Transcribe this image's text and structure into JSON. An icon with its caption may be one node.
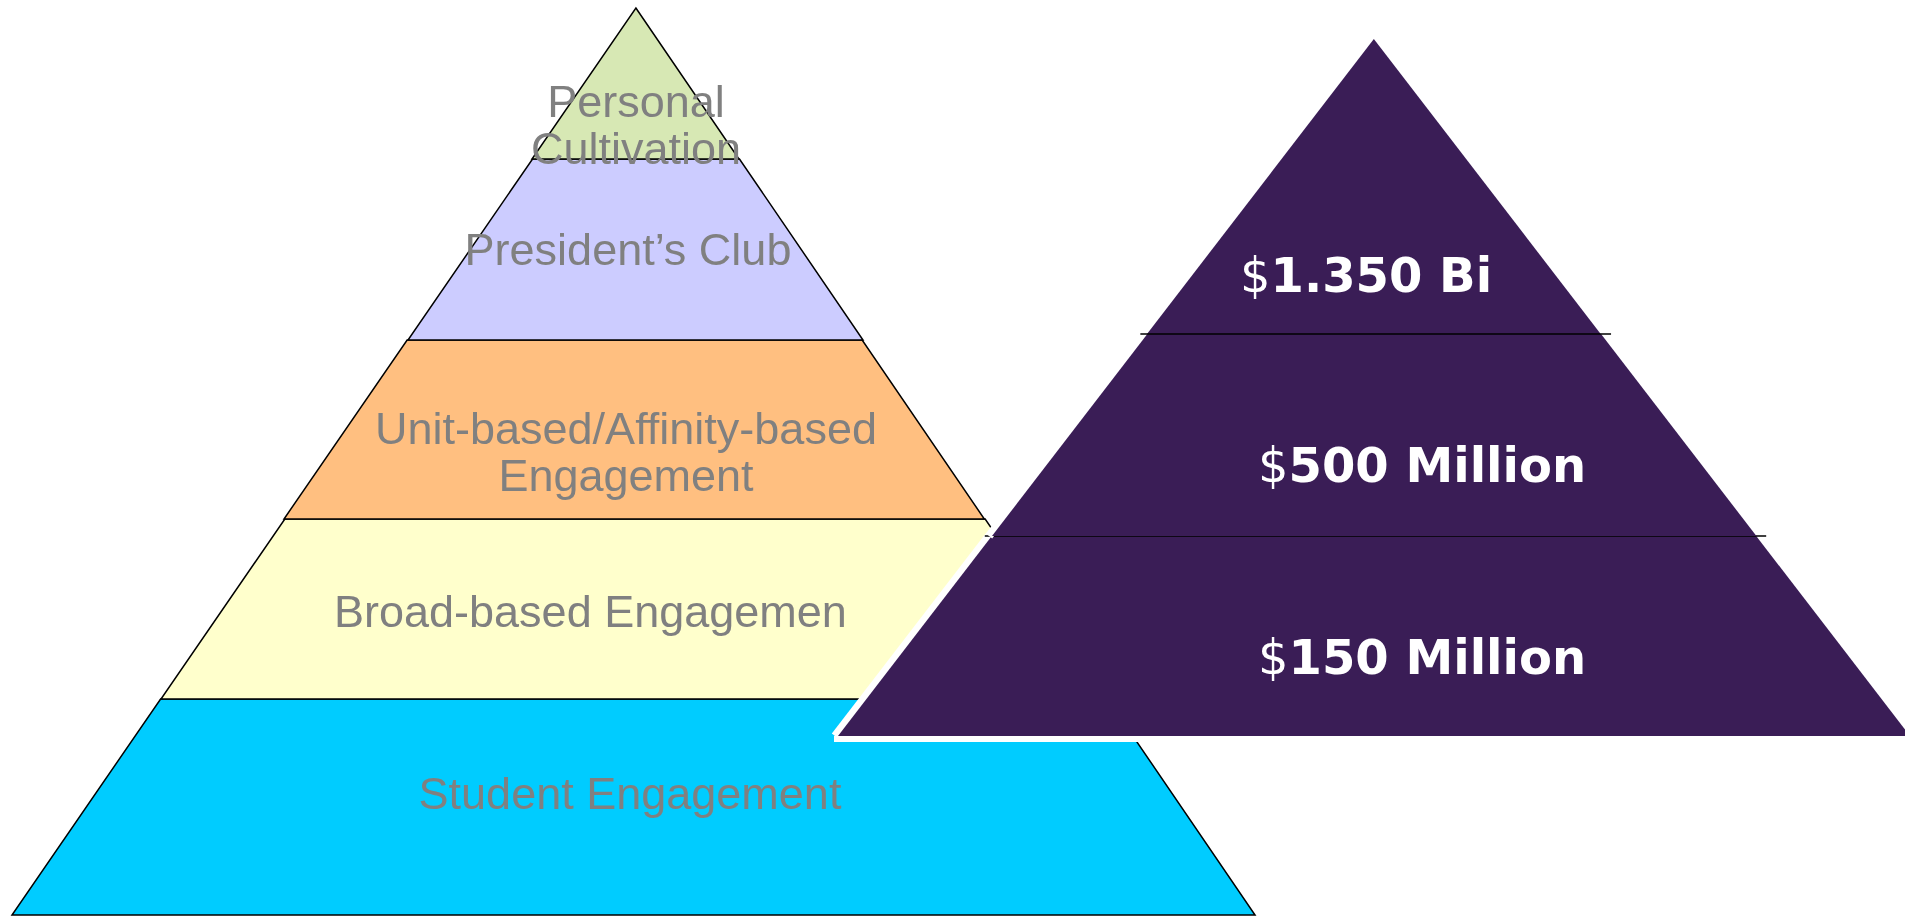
{
  "diagram": {
    "nodes": [
      {
        "text": [
          "Personal Cultivation"
        ]
      },
      {
        "text": [
          "President’s Club"
        ]
      },
      {
        "text": [
          "Unit-based/Affinity-based Engagement"
        ]
      },
      {
        "text": [
          "Broad-based Engagemen"
        ]
      },
      {
        "text": [
          "Student Engagement"
        ]
      },
      {
        "text": [
          "$**1.350 Bi**"
        ]
      },
      {
        "text": [
          "$500 Million"
        ]
      },
      {
        "text": [
          "$150 Million"
        ]
      }
    ]
  }
}
